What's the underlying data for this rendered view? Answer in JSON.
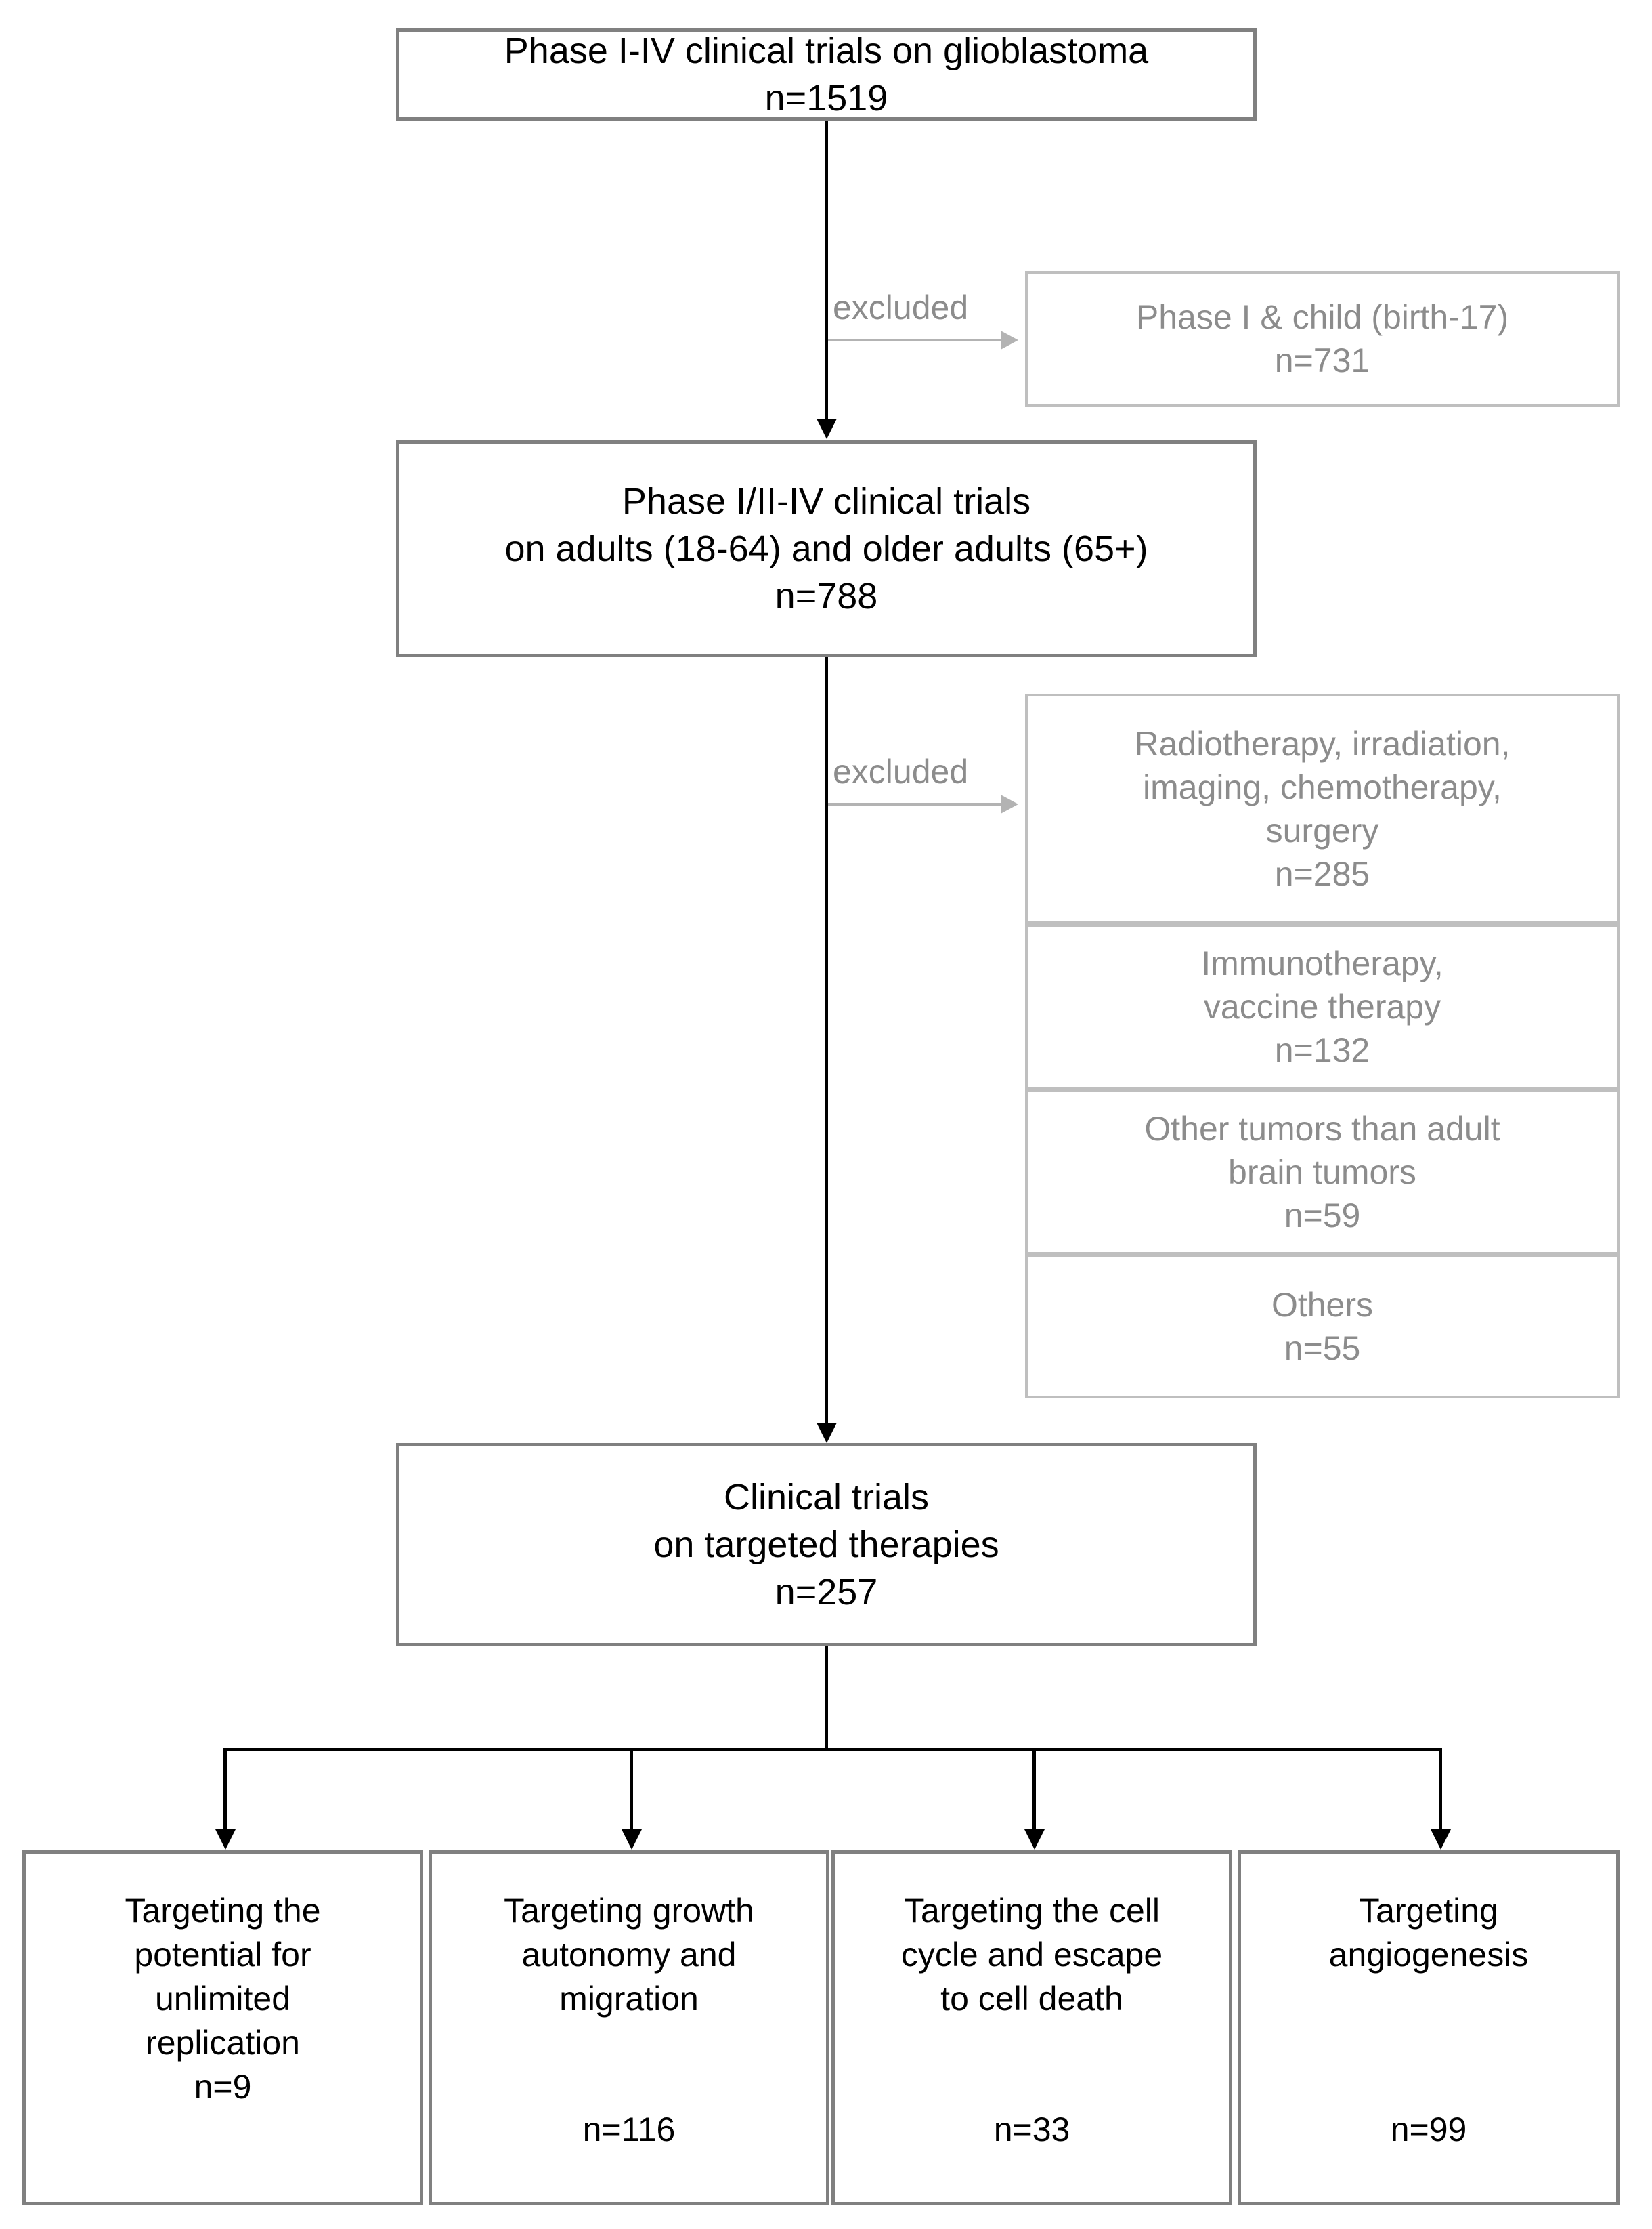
{
  "diagram": {
    "title": "Clinical trial selection flow diagram",
    "colors": {
      "primary_border": "#808080",
      "excluded_border": "#bfbfbf",
      "excluded_text": "#8c8c8c",
      "connector": "#000000",
      "excluded_connector": "#b3b3b3",
      "background": "#ffffff"
    }
  },
  "main_steps": [
    {
      "id": "step-1",
      "lines": [
        "Phase I-IV clinical trials on glioblastoma"
      ],
      "count": "n=1519"
    },
    {
      "id": "step-2",
      "lines": [
        "Phase I/II-IV clinical trials",
        "on adults (18-64) and older adults (65+)"
      ],
      "count": "n=788"
    },
    {
      "id": "step-3",
      "lines": [
        "Clinical trials",
        "on targeted therapies"
      ],
      "count": "n=257"
    }
  ],
  "exclusions": [
    {
      "id": "exclusion-group-1",
      "label": "excluded",
      "boxes": [
        {
          "id": "excluded-phase-i-child",
          "lines": [
            "Phase I & child (birth-17)"
          ],
          "count": "n=731"
        }
      ]
    },
    {
      "id": "exclusion-group-2",
      "label": "excluded",
      "boxes": [
        {
          "id": "excluded-radiotherapy",
          "lines": [
            "Radiotherapy, irradiation,",
            "imaging, chemotherapy,",
            "surgery"
          ],
          "count": "n=285"
        },
        {
          "id": "excluded-immunotherapy",
          "lines": [
            "Immunotherapy,",
            "vaccine therapy"
          ],
          "count": "n=132"
        },
        {
          "id": "excluded-other-tumors",
          "lines": [
            "Other tumors than adult",
            "brain tumors"
          ],
          "count": "n=59"
        },
        {
          "id": "excluded-others",
          "lines": [
            "Others"
          ],
          "count": "n=55"
        }
      ]
    }
  ],
  "outcomes": [
    {
      "id": "outcome-unlimited-replication",
      "lines": [
        "Targeting the",
        "potential for",
        "unlimited",
        "replication"
      ],
      "count": "n=9"
    },
    {
      "id": "outcome-growth-autonomy",
      "lines": [
        "Targeting growth",
        "autonomy and",
        "migration"
      ],
      "count": "n=116"
    },
    {
      "id": "outcome-cell-cycle",
      "lines": [
        "Targeting the cell",
        "cycle and escape",
        "to cell death"
      ],
      "count": "n=33"
    },
    {
      "id": "outcome-angiogenesis",
      "lines": [
        "Targeting",
        "angiogenesis"
      ],
      "count": "n=99"
    }
  ]
}
